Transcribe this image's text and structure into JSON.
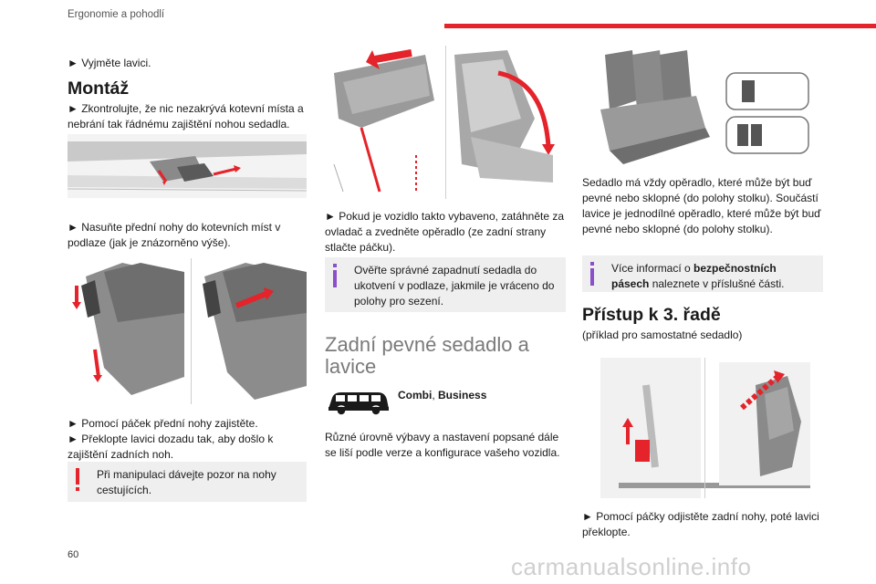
{
  "header": {
    "section": "Ergonomie a pohodlí"
  },
  "col1": {
    "step_remove": "► Vyjměte lavici.",
    "heading_montaz": "Montáž",
    "step_check": "► Zkontrolujte, že nic nezakrývá kotevní místa a nebrání tak řádnému zajištění nohou sedadla.",
    "step_slide": "► Nasuňte přední nohy do kotevních míst v podlaze (jak je znázorněno výše).",
    "step_lock_1": "► Pomocí páček přední nohy zajistěte.",
    "step_lock_2": "► Překlopte lavici dozadu tak, aby došlo k zajištění zadních noh.",
    "warning": "Při manipulaci dávejte pozor na nohy cestujících."
  },
  "col2": {
    "step_pull": "► Pokud je vozidlo takto vybaveno, zatáhněte za ovladač a zvedněte opěradlo (ze zadní strany stlačte páčku).",
    "info": "Ověřte správné zapadnutí sedadla do ukotvení v podlaze, jakmile je vráceno do polohy pro sezení.",
    "heading_rear": "Zadní pevné sedadlo a lavice",
    "versions_1": "Combi",
    "versions_sep": ", ",
    "versions_2": "Business",
    "desc": "Různé úrovně výbavy a nastavení popsané dále se liší podle verze a konfigurace vašeho vozidla."
  },
  "col3": {
    "desc_seat": "Sedadlo má vždy opěradlo, které může být buď pevné nebo sklopné (do polohy stolku). Součástí lavice je jednodílné opěradlo, které může být buď pevné nebo sklopné (do polohy stolku).",
    "info_pre": "Více informací o ",
    "info_bold": "bezpečnostních pásech",
    "info_post": " naleznete v příslušné části.",
    "heading_access": "Přístup k 3. řadě",
    "example": "(příklad pro samostatné sedadlo)",
    "step_unlock": "► Pomocí páčky odjistěte zadní nohy, poté lavici překlopte."
  },
  "footer": {
    "page_number": "60",
    "site": "carmanualsonline.info"
  },
  "colors": {
    "accent_red": "#e4232a",
    "info_purple": "#8b4fc9",
    "note_bg": "#efefef"
  }
}
